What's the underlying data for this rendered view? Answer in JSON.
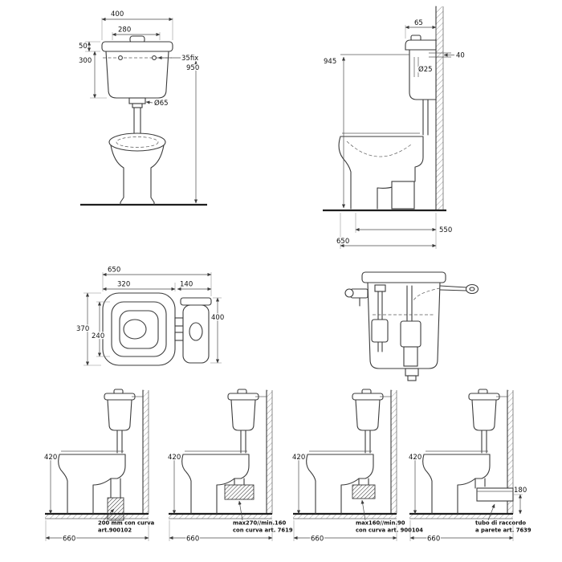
{
  "drawing": {
    "front_view": {
      "dim_400": "400",
      "dim_280": "280",
      "dim_50": "50",
      "dim_300": "300",
      "fix_label": "35fix",
      "dim_950": "950",
      "dia_65": "Ø65"
    },
    "side_view": {
      "dim_65": "65",
      "dim_40": "40",
      "dia_25": "Ø25",
      "dim_945": "945",
      "dim_550": "550",
      "dim_650": "650"
    },
    "plan_view": {
      "dim_650": "650",
      "dim_320": "320",
      "dim_140": "140",
      "dim_370": "370",
      "dim_240": "240",
      "dim_400": "400"
    },
    "install_options": [
      {
        "dim_420": "420",
        "dim_660": "660",
        "note_line1": "200 mm con curva",
        "note_line2": "art.900102"
      },
      {
        "dim_420": "420",
        "dim_660": "660",
        "note_line1": "max270//min.160",
        "note_line2": "con curva art. 7619"
      },
      {
        "dim_420": "420",
        "dim_660": "660",
        "note_line1": "max160//min.90",
        "note_line2": "con curva art. 900104"
      },
      {
        "dim_420": "420",
        "dim_660": "660",
        "dim_180": "180",
        "note_line1": "tubo di raccordo",
        "note_line2": "a parete art. 7639"
      }
    ]
  }
}
